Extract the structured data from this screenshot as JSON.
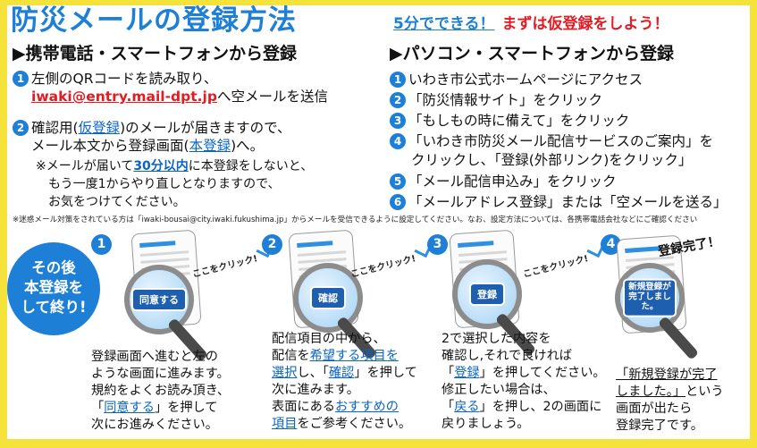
{
  "title": "防災メールの登録方法",
  "tagline": {
    "part1": "5分でできる！",
    "part2": "まずは仮登録をしよう！"
  },
  "mobile": {
    "heading": "▶携帯電話・スマートフォンから登録",
    "step1": {
      "num": "1",
      "line1": "左側のQRコードを読み取り、",
      "email": "iwaki@entry.mail-dpt.jp",
      "line2_rest": "へ空メールを送信"
    },
    "step2": {
      "num": "2",
      "l1_a": "確認用(",
      "l1_b": "仮登録",
      "l1_c": ")のメールが届きますので、",
      "l2_a": "メール本文から登録画面(",
      "l2_b": "本登録",
      "l2_c": ")へ。"
    },
    "note": {
      "l1_a": "※メールが届いて",
      "l1_b": "30分以内",
      "l1_c": "に本登録をしないと、",
      "l2": "もう一度1からやり直しとなりますので、",
      "l3": "お気をつけてください。"
    }
  },
  "pc": {
    "heading": "▶パソコン・スマートフォンから登録",
    "items": [
      {
        "num": "1",
        "text": "いわき市公式ホームページにアクセス"
      },
      {
        "num": "2",
        "text": "「防災情報サイト」をクリック"
      },
      {
        "num": "3",
        "text": "「もしもの時に備えて」をクリック"
      },
      {
        "num": "4",
        "text": "「いわき市防災メール配信サービスのご案内」を"
      },
      {
        "num": "",
        "text": "クリックし、「登録(外部リンク)をクリック」"
      },
      {
        "num": "5",
        "text": "「メール配信申込み」をクリック"
      },
      {
        "num": "6",
        "text": "「メールアドレス登録」または「空メールを送る」"
      }
    ]
  },
  "small_note": "※迷惑メール対策をされている方は「iwaki-bousai@city.iwaki.fukushima.jp」からメールを受信できるように設定してください。なお、設定方法については、各携帯電話会社などにご確認ください",
  "after": {
    "l1": "その後",
    "l2": "本登録を",
    "l3": "して終り!"
  },
  "steps": [
    {
      "badge": "1",
      "button": "同意する",
      "click": "ここをクリック!"
    },
    {
      "badge": "2",
      "button": "確認",
      "click": "ここをクリック!"
    },
    {
      "badge": "3",
      "button": "登録",
      "click": "ここをクリック!"
    },
    {
      "badge": "4",
      "button": "新規登録が完了しました。",
      "done": "登録完了！"
    }
  ],
  "desc1": {
    "l1": "登録画面へ進むと左の",
    "l2": "ような画面に進みます。",
    "l3": "規約をよくお読み頂き、",
    "l4_a": "「",
    "l4_b": "同意する",
    "l4_c": "」を押して",
    "l5": "次にお進みください。"
  },
  "desc2": {
    "l1": "配信項目の中から、",
    "l2_a": "配信を",
    "l2_b": "希望する項目を",
    "l3_a": "選択",
    "l3_b": "し、「",
    "l3_c": "確認",
    "l3_d": "」を押して",
    "l4": "次に進みます。",
    "l5_a": "表面にある",
    "l5_b": "おすすめの",
    "l6_a": "項目",
    "l6_b": "をご参考ください。"
  },
  "desc3": {
    "l1": "2で選択した内容を",
    "l2": "確認し,それで良ければ",
    "l3_a": "「",
    "l3_b": "登録",
    "l3_c": "」を押してください。",
    "l4": "修正したい場合は、",
    "l5_a": "「",
    "l5_b": "戻る",
    "l5_c": "」を押し、2の画面に",
    "l6": "戻りましょう。"
  },
  "desc4": {
    "l1": "「新規登録が完了",
    "l2_a": "しました。」",
    "l2_b": "という",
    "l3": "画面が出たら",
    "l4": "登録完了です。"
  },
  "colors": {
    "frame": "#f5e23a",
    "blue": "#1e7fd6",
    "red": "#e31b23"
  }
}
